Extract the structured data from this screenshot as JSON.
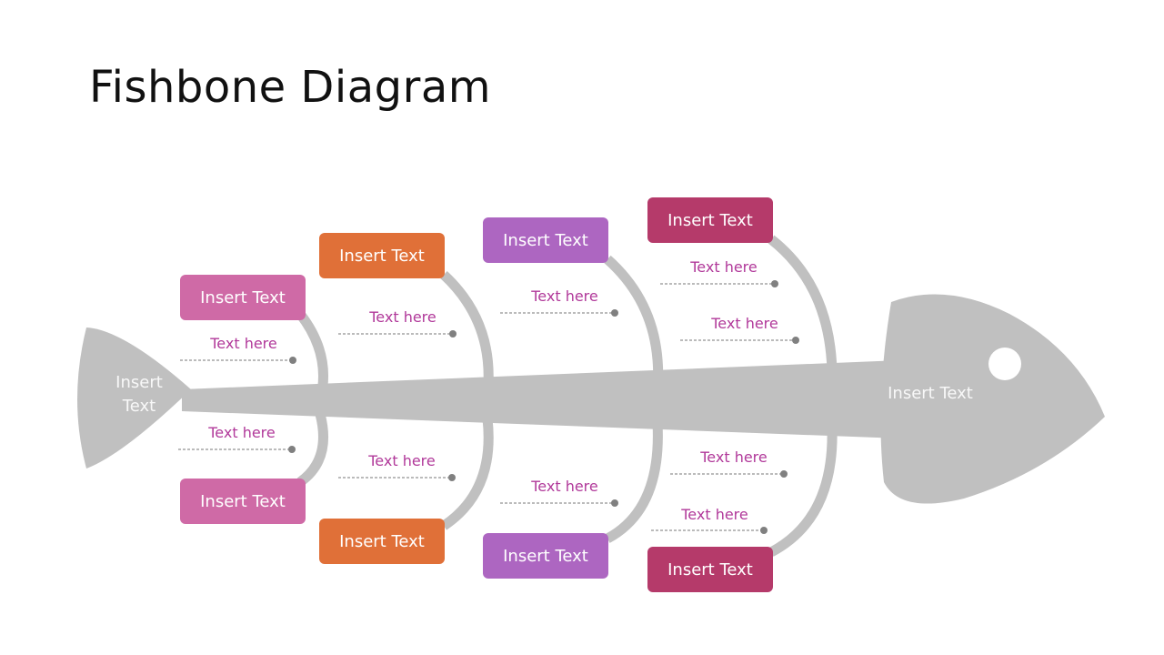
{
  "title": "Fishbone Diagram",
  "colors": {
    "bone": "#c0c0c0",
    "note_text": "#b1399a",
    "dot": "#808080",
    "pink": "#cf6aa6",
    "orange": "#e07038",
    "purple": "#ad66c1",
    "crimson": "#b53a6a"
  },
  "tail_label": {
    "line1": "Insert",
    "line2": "Text"
  },
  "head_label": "Insert Text",
  "causes": {
    "top": [
      "Insert Text",
      "Insert Text",
      "Insert Text",
      "Insert Text"
    ],
    "bottom": [
      "Insert Text",
      "Insert Text",
      "Insert Text",
      "Insert Text"
    ]
  },
  "notes": {
    "top": [
      "Text here",
      "Text here",
      "Text here",
      "Text here",
      "Text here"
    ],
    "bottom": [
      "Text here",
      "Text here",
      "Text here",
      "Text here",
      "Text here"
    ]
  }
}
